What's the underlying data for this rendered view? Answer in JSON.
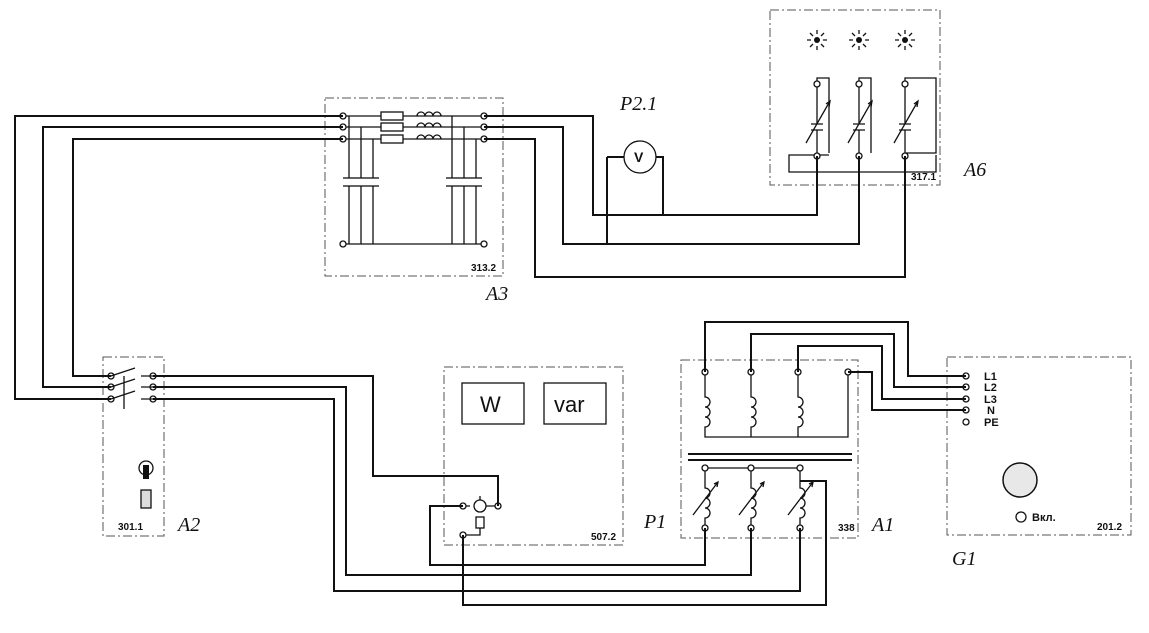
{
  "modules": {
    "a3": {
      "code": "313.2",
      "tag": "A3"
    },
    "a6": {
      "code": "317.1",
      "tag": "A6"
    },
    "a2": {
      "code": "301.1",
      "tag": "A2"
    },
    "meter": {
      "code": "507.2",
      "watt_label": "W",
      "var_label": "var"
    },
    "a1": {
      "code": "338",
      "tag": "A1",
      "p1_tag": "P1"
    },
    "g1": {
      "code": "201.2",
      "tag": "G1",
      "on_label": "Вкл."
    }
  },
  "voltmeter": {
    "tag": "P2.1",
    "symbol": "V"
  },
  "terminals": {
    "l1": "L1",
    "l2": "L2",
    "l3": "L3",
    "n": "N",
    "pe": "PE"
  }
}
